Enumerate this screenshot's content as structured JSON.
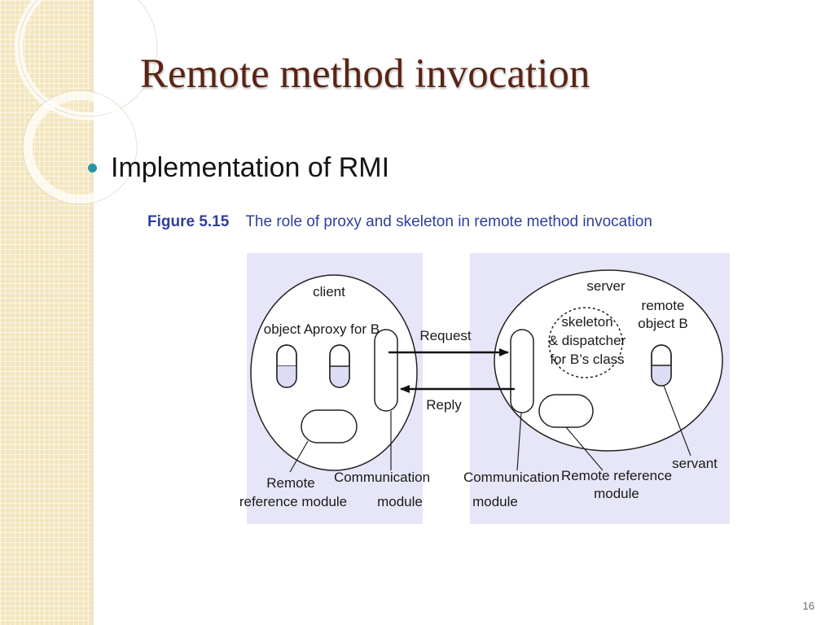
{
  "slide": {
    "title": "Remote method invocation",
    "bullet": "Implementation of RMI",
    "page_number": "16"
  },
  "figure": {
    "label": "Figure 5.15",
    "caption": "The role of proxy and skeleton in remote method invocation",
    "client": "client",
    "object_a": "object A",
    "proxy": "proxy for B",
    "request": "Request",
    "reply": "Reply",
    "server": "server",
    "skeleton_line1": "skeleton",
    "skeleton_line2": "& dispatcher",
    "skeleton_line3": "for B’s class",
    "remote_object_line1": "remote",
    "remote_object_line2": "object B",
    "client_remote_ref_line1": "Remote",
    "client_remote_ref_line2": "reference module",
    "client_comm_line1": "Communication",
    "client_comm_line2": "module",
    "server_comm_line1": "Communication",
    "server_comm_line2": "module",
    "server_remote_ref_line1": "Remote reference",
    "server_remote_ref_line2": "module",
    "servant": "servant"
  },
  "colors": {
    "title": "#5a2414",
    "bullet_dot": "#2b93a8",
    "caption": "#2f3f9a",
    "diagram_panel": "#e6e6f8",
    "object_fill": "#dcdcf5",
    "side_band": "#f3e6bf"
  },
  "icons": [
    "bullet-dot",
    "decorative-rings"
  ]
}
